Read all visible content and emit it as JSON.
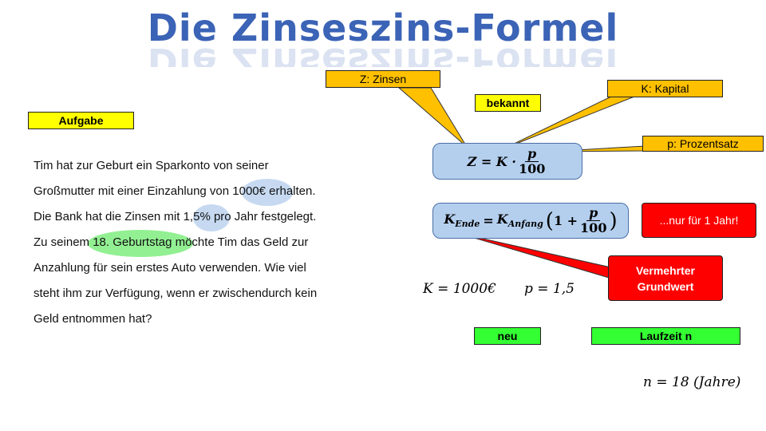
{
  "title": "Die Zinseszins-Formel",
  "labels": {
    "aufgabe": "Aufgabe",
    "bekannt": "bekannt",
    "zinsen": "Z: Zinsen",
    "kapital": "K: Kapital",
    "prozentsatz": "p: Prozentsatz",
    "nur_ein_jahr": "...nur für 1 Jahr!",
    "vermehrter_line1": "Vermehrter",
    "vermehrter_line2": "Grundwert",
    "neu": "neu",
    "laufzeit": "Laufzeit n"
  },
  "task_lines": [
    "Tim hat zur Geburt ein Sparkonto von seiner",
    "Großmutter mit einer Einzahlung von 1000€ erhalten.",
    "Die Bank hat die Zinsen mit 1,5% pro Jahr festgelegt.",
    "Zu seinem 18. Geburtstag möchte Tim das Geld zur",
    "Anzahlung für sein erstes Auto verwenden. Wie viel",
    "steht ihm zur Verfügung, wenn er zwischendurch kein",
    "Geld entnommen hat?"
  ],
  "formula1": {
    "lhs": "Z = K ·",
    "num": "p",
    "den": "100"
  },
  "formula2": {
    "k_ende": "K",
    "ende_sub": "Ende",
    "equals": "=",
    "k_anfang": "K",
    "anfang_sub": "Anfang",
    "one_plus": "1 +",
    "num": "p",
    "den": "100"
  },
  "values": {
    "k": "K = 1000€",
    "p": "p = 1,5",
    "n": "n = 18 (Jahre)"
  },
  "colors": {
    "title": "#3b63b6",
    "yellow": "#ffff00",
    "orange": "#ffc000",
    "green": "#33ff33",
    "red": "#ff0000",
    "formula_bg": "#b4cfee"
  }
}
